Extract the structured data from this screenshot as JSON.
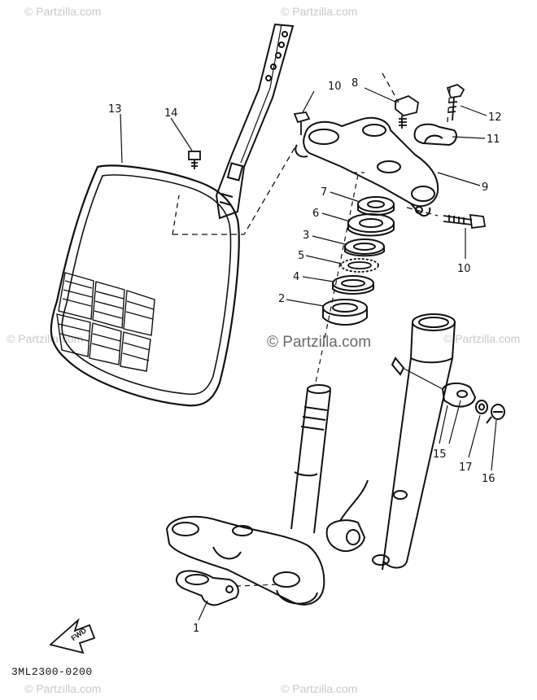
{
  "watermarks": {
    "top_left": "© Partzilla.com",
    "top_right": "© Partzilla.com",
    "center": "© Partzilla.com",
    "mid_left": "© Partzilla.com",
    "mid_right": "© Partzilla.com",
    "bottom_left": "© Partzilla.com",
    "bottom_right": "© Partzilla.com"
  },
  "diagram_code": "3ML2300-0200",
  "fwd_label": "FWD",
  "callouts": {
    "c1": "1",
    "c2": "2",
    "c3": "3",
    "c4": "4",
    "c5": "5",
    "c6": "6",
    "c7": "7",
    "c8": "8",
    "c9": "9",
    "c10a": "10",
    "c10b": "10",
    "c11": "11",
    "c12": "12",
    "c13": "13",
    "c14": "14",
    "c15": "15",
    "c16": "16",
    "c17": "17"
  }
}
